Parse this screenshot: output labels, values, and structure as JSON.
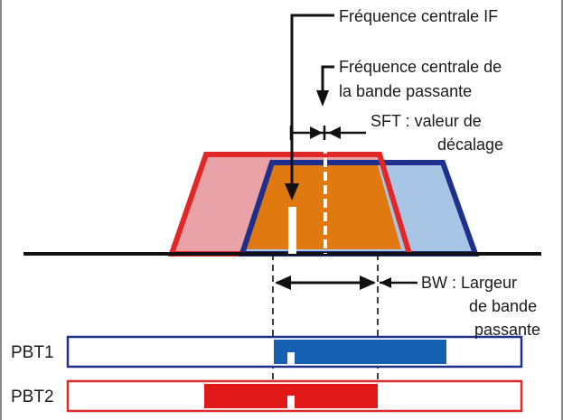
{
  "colors": {
    "red": "#e02828",
    "red_fill": "#e8a2a8",
    "blue": "#1e2f8c",
    "blue_fill": "#a9c5e6",
    "orange": "#e07a10",
    "pbt1_fill": "#1560b0",
    "pbt2_fill": "#e01818",
    "ink": "#111111"
  },
  "labels": {
    "if_center": "Fréquence centrale IF",
    "passband_center_line1": "Fréquence centrale de",
    "passband_center_line2": "la bande passante",
    "sft_line1": "SFT : valeur de",
    "sft_line2": "décalage",
    "bw_line1": "BW : Largeur",
    "bw_line2": "de bande",
    "bw_line3": "passante",
    "pbt1": "PBT1",
    "pbt2": "PBT2"
  }
}
